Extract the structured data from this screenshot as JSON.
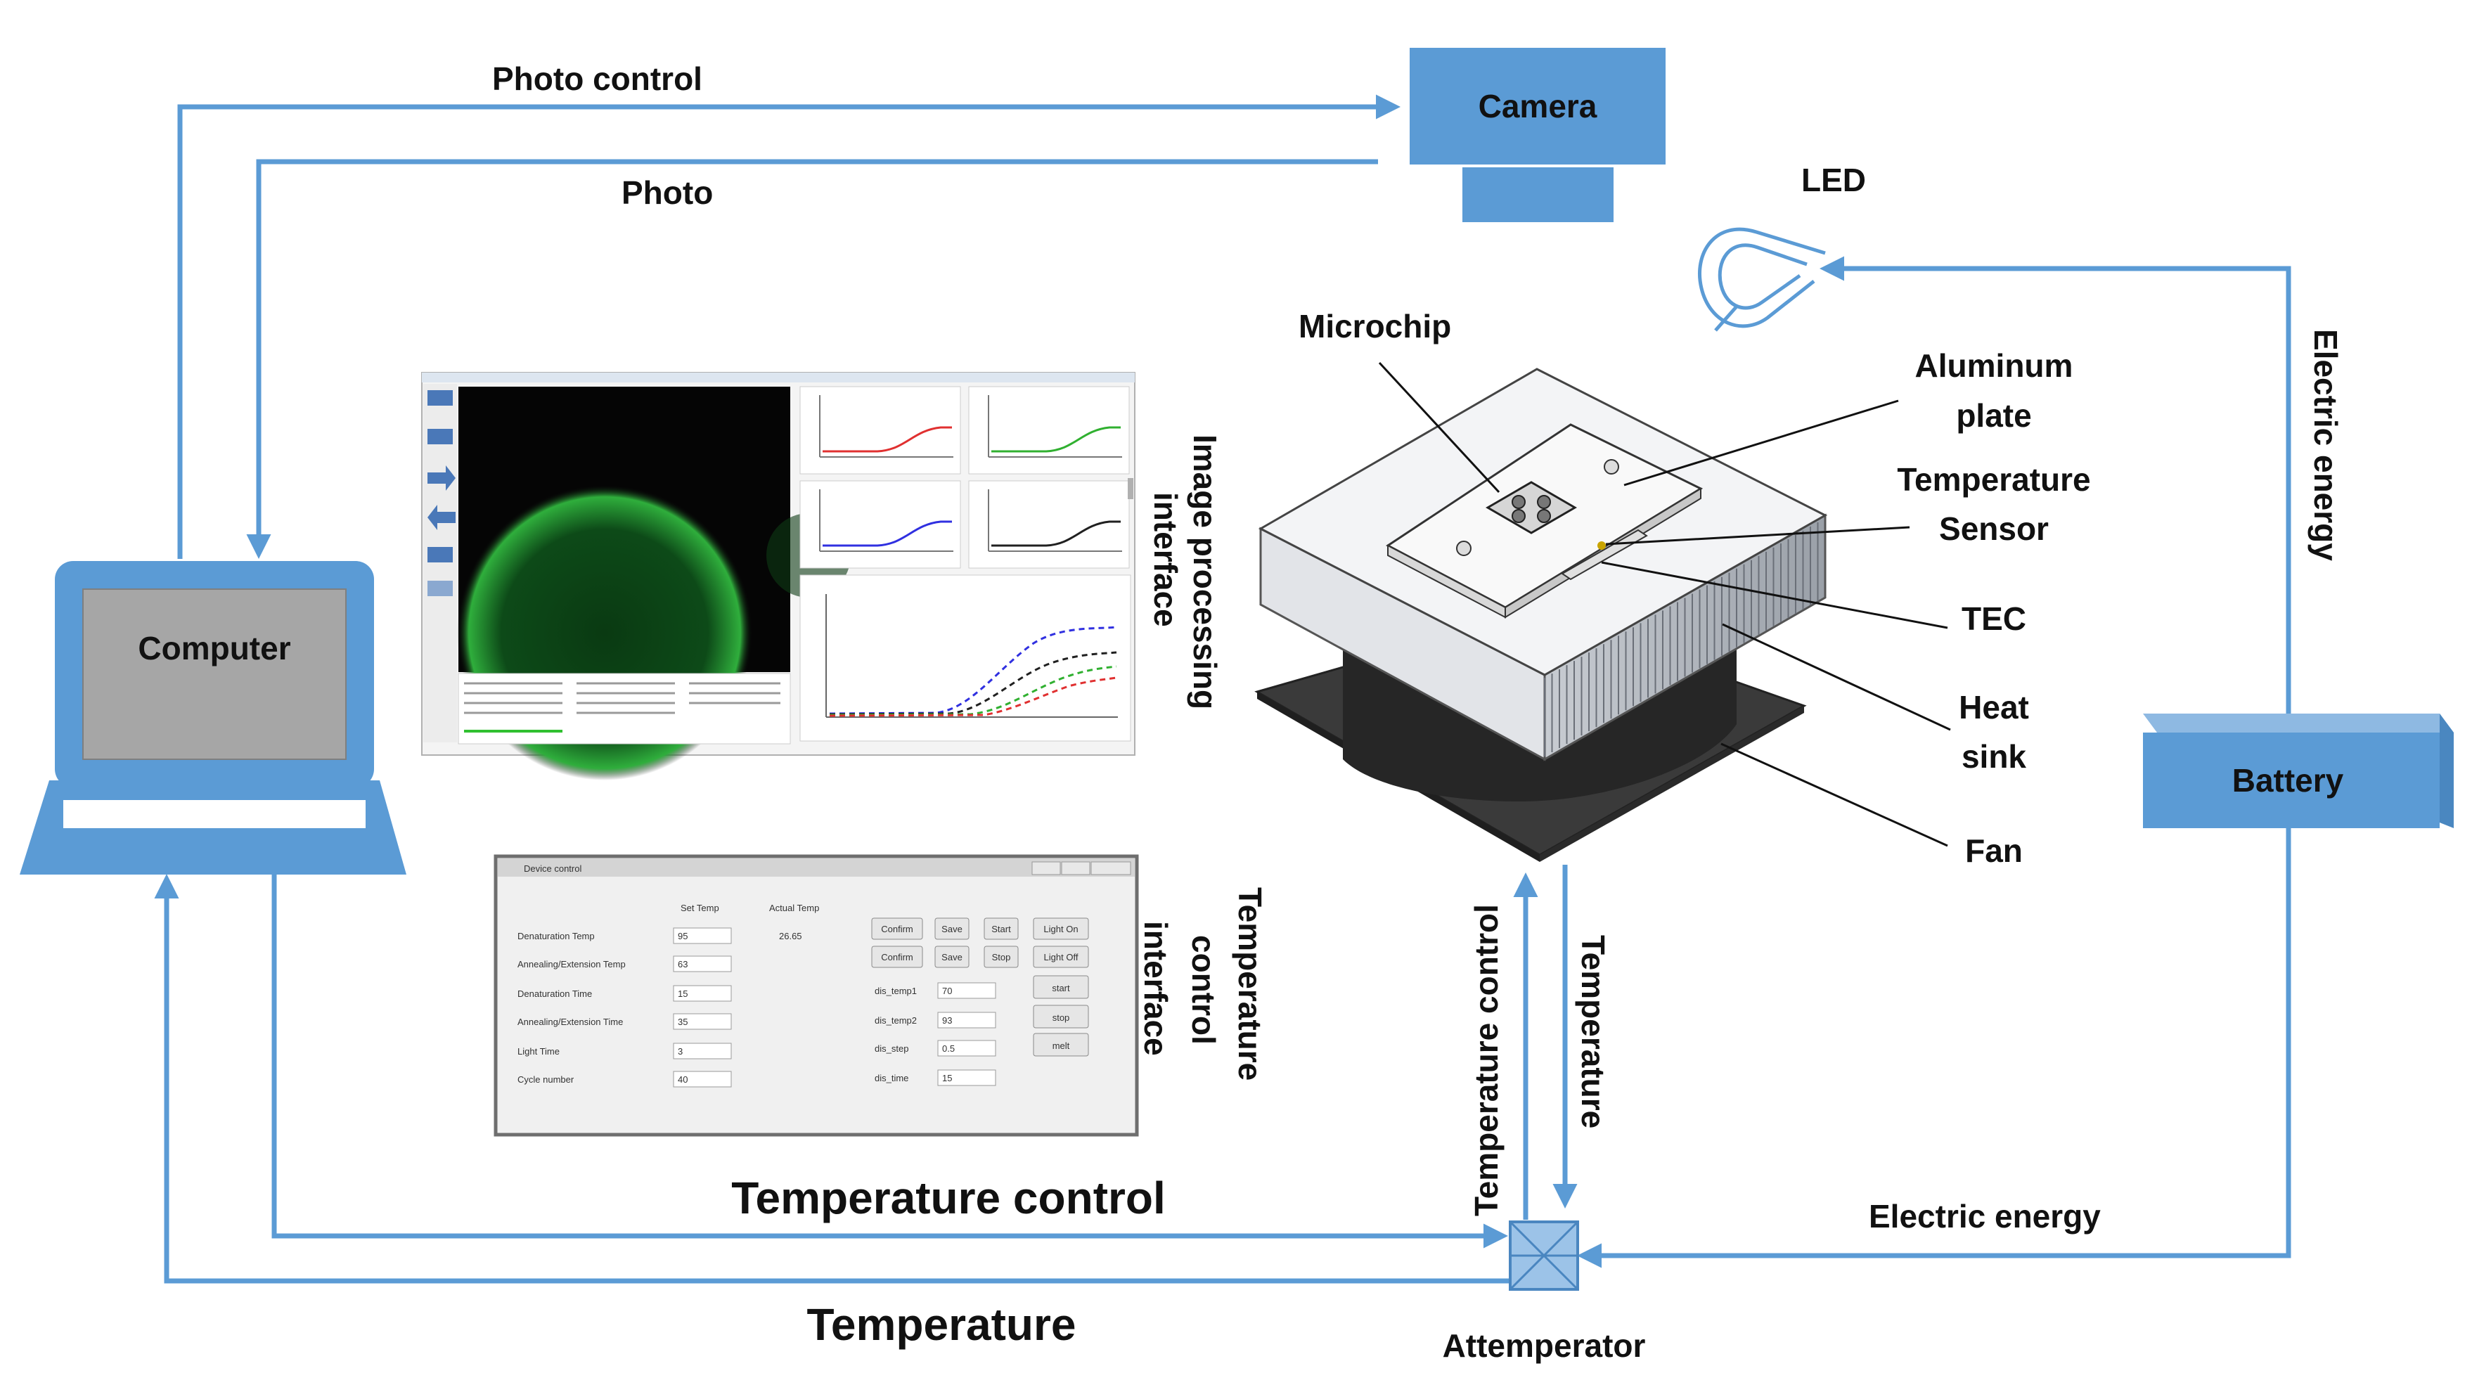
{
  "colors": {
    "arrow": "#5B9BD5",
    "box_fill": "#5B9BD5",
    "screen_fill": "#A6A6A6",
    "text": "#111111"
  },
  "labels": {
    "photo_control": "Photo control",
    "photo": "Photo",
    "camera": "Camera",
    "led": "LED",
    "computer": "Computer",
    "battery": "Battery",
    "electric_energy_vertical": "Electric energy",
    "electric_energy_bottom": "Electric energy",
    "microchip": "Microchip",
    "aluminum_plate": [
      "Aluminum",
      "plate"
    ],
    "temperature_sensor": [
      "Temperature",
      "Sensor"
    ],
    "tec": "TEC",
    "heat_sink": [
      "Heat",
      "sink"
    ],
    "fan": "Fan",
    "image_processing_interface": [
      "Image processing",
      "interface"
    ],
    "temperature_control_interface": [
      "Temperature",
      "control",
      "interface"
    ],
    "temperature_control_big": "Temperature control",
    "temperature_big": "Temperature",
    "temperature_control_vertical": "Temperature control",
    "temperature_vertical": "Temperature",
    "attemperator": "Attemperator"
  },
  "device_control": {
    "title": "Device control",
    "col_set": "Set Temp",
    "col_actual": "Actual Temp",
    "actual_value": "26.65",
    "rows": [
      {
        "label": "Denaturation Temp",
        "value": "95"
      },
      {
        "label": "Annealing/Extension Temp",
        "value": "63"
      },
      {
        "label": "Denaturation Time",
        "value": "15"
      },
      {
        "label": "Annealing/Extension Time",
        "value": "35"
      },
      {
        "label": "Light Time",
        "value": "3"
      },
      {
        "label": "Cycle number",
        "value": "40"
      }
    ],
    "buttons_row1": [
      "Confirm",
      "Save",
      "Start",
      "Light On"
    ],
    "buttons_row2": [
      "Confirm",
      "Save",
      "Stop",
      "Light Off"
    ],
    "dis_fields": [
      {
        "label": "dis_temp1",
        "value": "70"
      },
      {
        "label": "dis_temp2",
        "value": "93"
      },
      {
        "label": "dis_step",
        "value": "0.5"
      },
      {
        "label": "dis_time",
        "value": "15"
      }
    ],
    "side_buttons": [
      "start",
      "stop",
      "melt"
    ]
  },
  "image_processing": {
    "plots": [
      {
        "color": "#E03030"
      },
      {
        "color": "#30B030"
      },
      {
        "color": "#3030E0"
      },
      {
        "color": "#202020"
      }
    ]
  }
}
